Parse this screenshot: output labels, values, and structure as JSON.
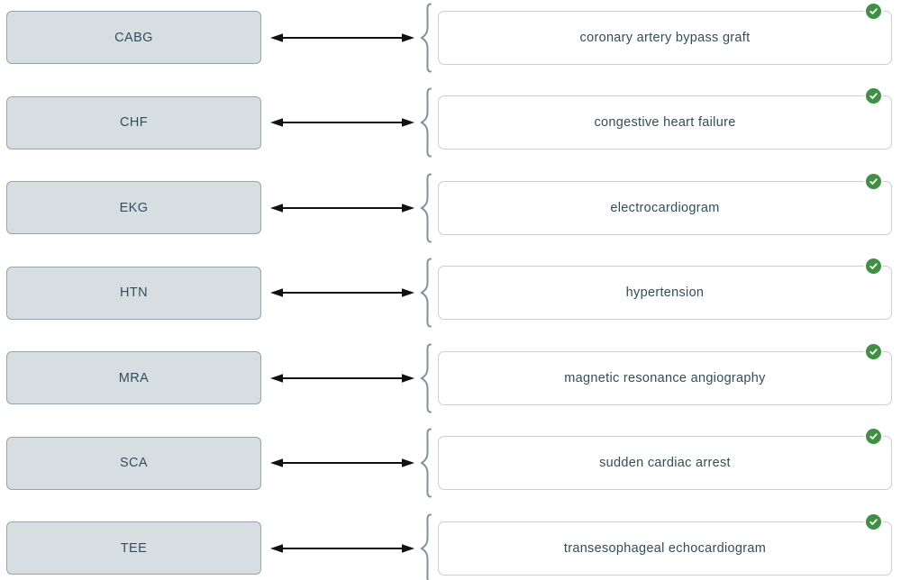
{
  "page": {
    "background": "#ffffff",
    "type": "matching-exercise"
  },
  "colors": {
    "term_card_bg": "#d7dee1",
    "term_card_border": "#93a6ae",
    "definition_card_bg": "#ffffff",
    "definition_card_border": "#c9cfd3",
    "text": "#2f4f5c",
    "arrow": "#111111",
    "brace": "#7e939e",
    "badge_green": "#3f9142",
    "badge_check": "#ffffff"
  },
  "icons": {
    "connector": "double-arrow-icon",
    "bracket": "left-brace-icon",
    "status": "check-icon"
  },
  "pairs": [
    {
      "term": "CABG",
      "definition": "coronary artery bypass graft",
      "status": "correct"
    },
    {
      "term": "CHF",
      "definition": "congestive heart failure",
      "status": "correct"
    },
    {
      "term": "EKG",
      "definition": "electrocardiogram",
      "status": "correct"
    },
    {
      "term": "HTN",
      "definition": "hypertension",
      "status": "correct"
    },
    {
      "term": "MRA",
      "definition": "magnetic resonance angiography",
      "status": "correct"
    },
    {
      "term": "SCA",
      "definition": "sudden cardiac arrest",
      "status": "correct"
    },
    {
      "term": "TEE",
      "definition": "transesophageal echocardiogram",
      "status": "correct"
    }
  ]
}
